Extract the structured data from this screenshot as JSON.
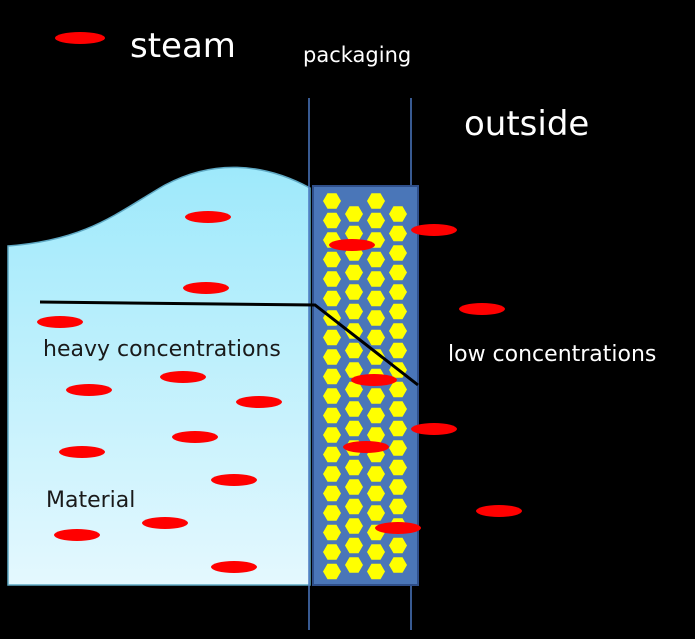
{
  "legend": {
    "marker_name": "steam-molecule",
    "label": "steam"
  },
  "labels": {
    "packaging": "packaging",
    "outside": "outside",
    "heavy": "heavy concentrations",
    "low": "low concentrations",
    "material": "Material"
  },
  "colors": {
    "background": "#000000",
    "material_top": "#9ee9fb",
    "material_bottom": "#e4f8fe",
    "packaging_fill": "#4a76b8",
    "packaging_border": "#2f4f8a",
    "barrier_cells": "#ffff00",
    "steam": "#ff0000",
    "divider_lines": "#4a78c2",
    "gradient_line": "#000000"
  },
  "icons": {
    "barrier_cell": "hexagon",
    "steam": "red-ellipse"
  }
}
